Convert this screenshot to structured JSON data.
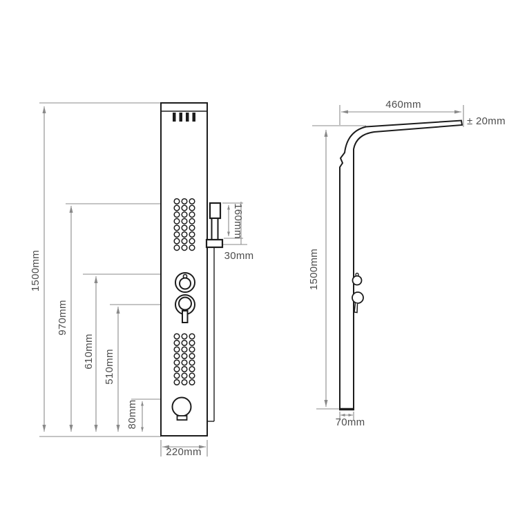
{
  "colors": {
    "background": "#ffffff",
    "drawing_line": "#1c1c1c",
    "dimension_line": "#8a8a8a",
    "label_text": "#4d4d4d"
  },
  "front_view": {
    "labels": {
      "overall_height": "1500mm",
      "handshower_height": "970mm",
      "mixer_height": "610mm",
      "diverter_height": "510mm",
      "spout_height": "80mm",
      "panel_width": "220mm",
      "handshower_length": "160mm",
      "bracket_size": "30mm"
    }
  },
  "side_view": {
    "labels": {
      "arm_reach": "460mm",
      "arm_tolerance": "± 20mm",
      "overall_height": "1500mm",
      "panel_depth": "70mm"
    }
  }
}
